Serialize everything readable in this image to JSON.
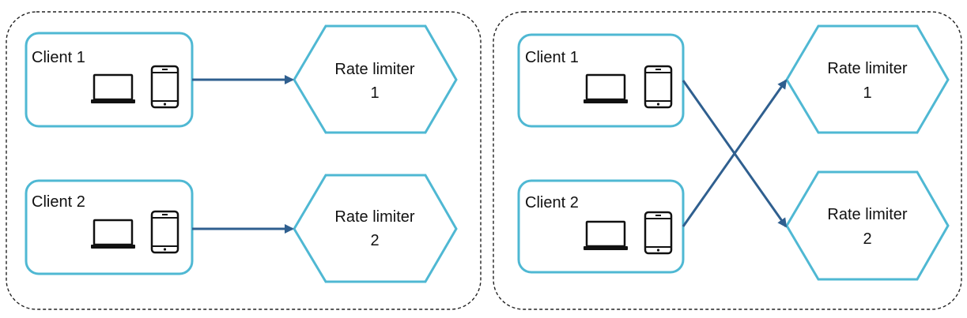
{
  "panels": [
    {
      "clients": [
        {
          "label": "Client 1",
          "icons": [
            "laptop-icon",
            "phone-icon"
          ]
        },
        {
          "label": "Client 2",
          "icons": [
            "laptop-icon",
            "phone-icon"
          ]
        }
      ],
      "limiters": [
        {
          "line1": "Rate limiter",
          "line2": "1"
        },
        {
          "line1": "Rate limiter",
          "line2": "2"
        }
      ]
    },
    {
      "clients": [
        {
          "label": "Client 1",
          "icons": [
            "laptop-icon",
            "phone-icon"
          ]
        },
        {
          "label": "Client 2",
          "icons": [
            "laptop-icon",
            "phone-icon"
          ]
        }
      ],
      "limiters": [
        {
          "line1": "Rate limiter",
          "line2": "1"
        },
        {
          "line1": "Rate limiter",
          "line2": "2"
        }
      ]
    }
  ],
  "colors": {
    "box_stroke": "#4fb8d3",
    "arrow": "#2f5f8f",
    "icon": "#111111",
    "panel_border": "#222222"
  }
}
